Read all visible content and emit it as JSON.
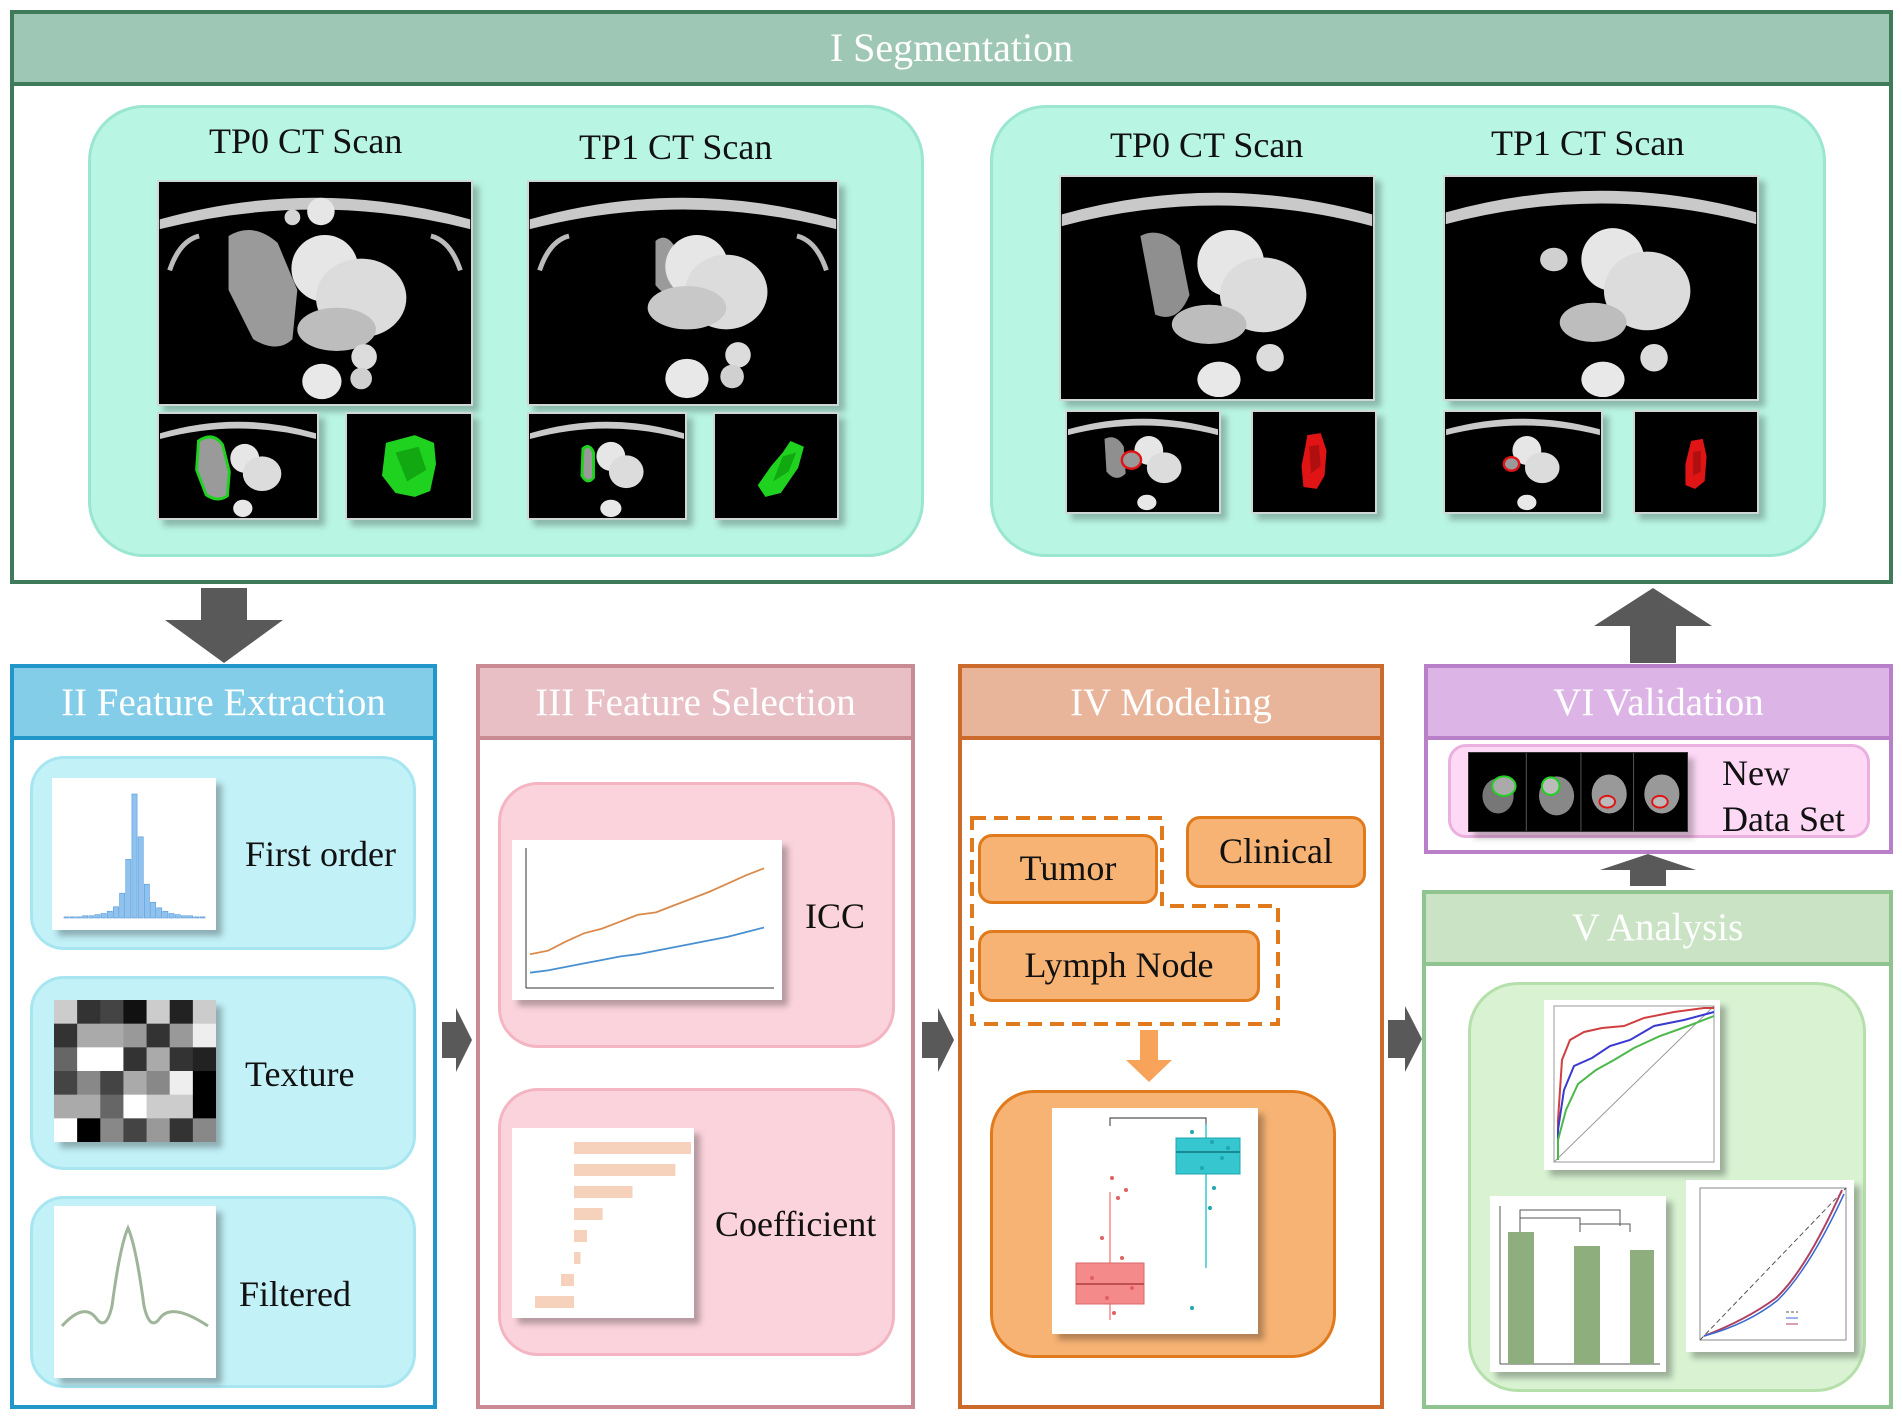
{
  "colors": {
    "segmentation": "#3f7a5a",
    "segmentation_title": "#9fc7b6",
    "mint_group": "#b9f5e3",
    "feature_extraction": "#2196c9",
    "feature_extraction_title": "#83cde9",
    "light_cyan": "#c2f1f8",
    "feature_selection": "#c88a93",
    "feature_selection_title": "#e8bfc4",
    "pink_group": "#fbd3dc",
    "modeling": "#cc6a2c",
    "modeling_title": "#e8b49a",
    "orange_fill": "#f7b374",
    "validation": "#b97fc9",
    "validation_title": "#dcb5e6",
    "analysis": "#8fc38f",
    "analysis_title": "#c9e3c4",
    "arrow": "#595959",
    "tumor_mask": "#1fd21f",
    "lymph_mask": "#e01414",
    "icc_orange_line": "#d98a4a",
    "icc_blue_line": "#4a8fd0",
    "coef_bar": "#f6d2bd",
    "box_red": "#f58a8a",
    "box_teal": "#35c6cf",
    "roc_red": "#d04040",
    "roc_blue": "#3a3ad0",
    "roc_green": "#4cb84c",
    "bar_green": "#8fae7e"
  },
  "segmentation": {
    "title": "I Segmentation",
    "group_tumor": {
      "scan_tp0": "TP0 CT Scan",
      "scan_tp1": "TP1 CT Scan",
      "mask_color": "tumor"
    },
    "group_lymph": {
      "scan_tp0": "TP0 CT Scan",
      "scan_tp1": "TP1 CT Scan",
      "mask_color": "lymph"
    }
  },
  "feature_extraction": {
    "title": "II Feature Extraction",
    "items": [
      {
        "label": "First order",
        "icon": "histogram-icon"
      },
      {
        "label": "Texture",
        "icon": "texture-grid-icon"
      },
      {
        "label": "Filtered",
        "icon": "wavelet-icon"
      }
    ],
    "histogram": [
      1,
      1,
      1,
      2,
      2,
      3,
      4,
      6,
      10,
      22,
      52,
      110,
      72,
      30,
      14,
      9,
      6,
      4,
      3,
      2,
      2,
      1,
      1
    ]
  },
  "feature_selection": {
    "title": "III Feature Selection",
    "items": [
      {
        "label": "ICC",
        "icon": "line-plot-icon"
      },
      {
        "label": "Coefficient",
        "icon": "bar-plot-icon"
      }
    ],
    "icc_orange": [
      0.24,
      0.27,
      0.35,
      0.42,
      0.46,
      0.52,
      0.58,
      0.6,
      0.66,
      0.72,
      0.78,
      0.85,
      0.92,
      0.98
    ],
    "icc_blue": [
      0.08,
      0.1,
      0.13,
      0.16,
      0.19,
      0.22,
      0.24,
      0.27,
      0.3,
      0.33,
      0.36,
      0.39,
      0.43,
      0.47
    ],
    "coef_signed": [
      0.9,
      0.78,
      0.45,
      0.22,
      0.1,
      0.05,
      -0.1,
      -0.3
    ]
  },
  "modeling": {
    "title": "IV Modeling",
    "tumor": "Tumor",
    "clinical": "Clinical",
    "lymph_node": "Lymph Node"
  },
  "validation": {
    "title": "VI Validation",
    "new_data_line1": "New",
    "new_data_line2": "Data Set"
  },
  "analysis": {
    "title": "V Analysis"
  }
}
